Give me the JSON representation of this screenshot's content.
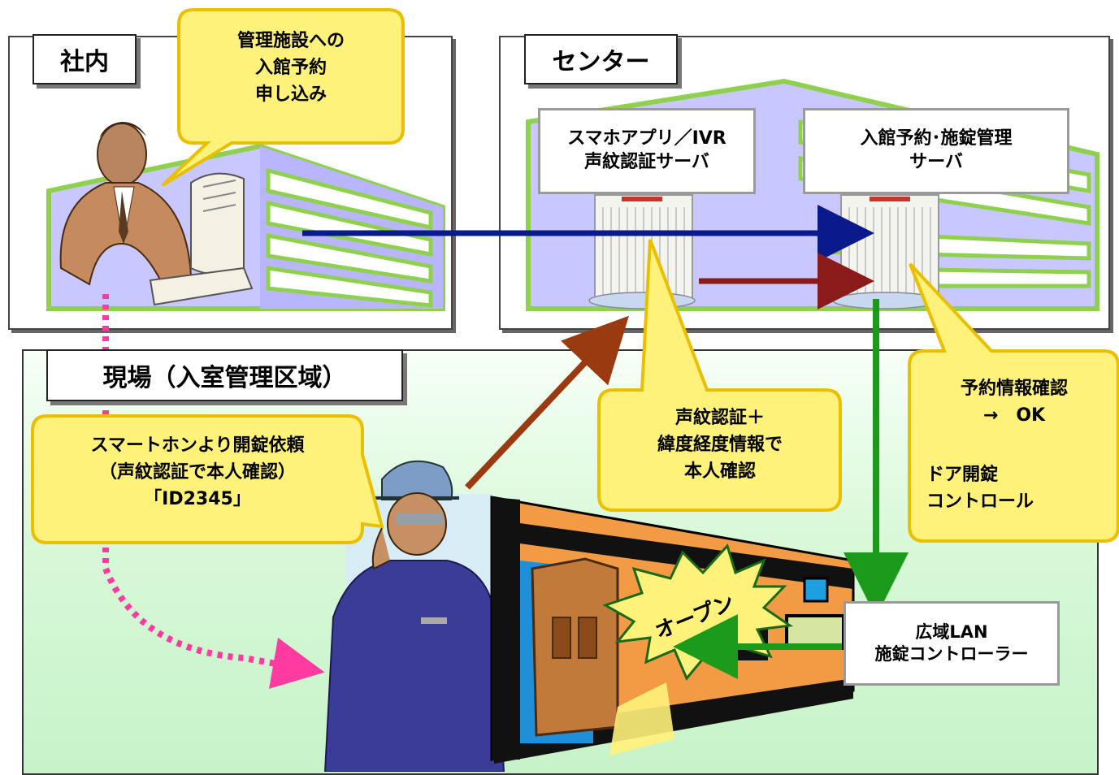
{
  "sections": {
    "office": "社内",
    "center": "センター",
    "site": "現場（入室管理区域）"
  },
  "callouts": {
    "reservation": "管理施設への\n入館予約\n申し込み",
    "smartphone_request": "スマートホンより開錠依頼\n（声紋認証で本人確認）\n「ID2345」",
    "voice_auth": "声紋認証＋\n緯度経度情報で\n本人確認",
    "reservation_check": "予約情報確認\n→　OK",
    "door_control": "ドア開錠\nコントロール"
  },
  "servers": {
    "voice_server": "スマホアプリ／IVR\n声紋認証サーバ",
    "reservation_server": "入館予約･施錠管理\nサーバ"
  },
  "controller": "広域LAN\n施錠コントローラー",
  "burst": "オープン",
  "colors": {
    "callout_fill": "#fff27a",
    "callout_border": "#e9bf00",
    "arrow_blue": "#0a1a8c",
    "arrow_darkred": "#8b1a1a",
    "arrow_brown": "#9a3a10",
    "arrow_green": "#1b9a1b",
    "dotted_pink": "#ff3aa0",
    "building_lavender": "#c9c7ff",
    "building_green": "#8fd14f"
  }
}
